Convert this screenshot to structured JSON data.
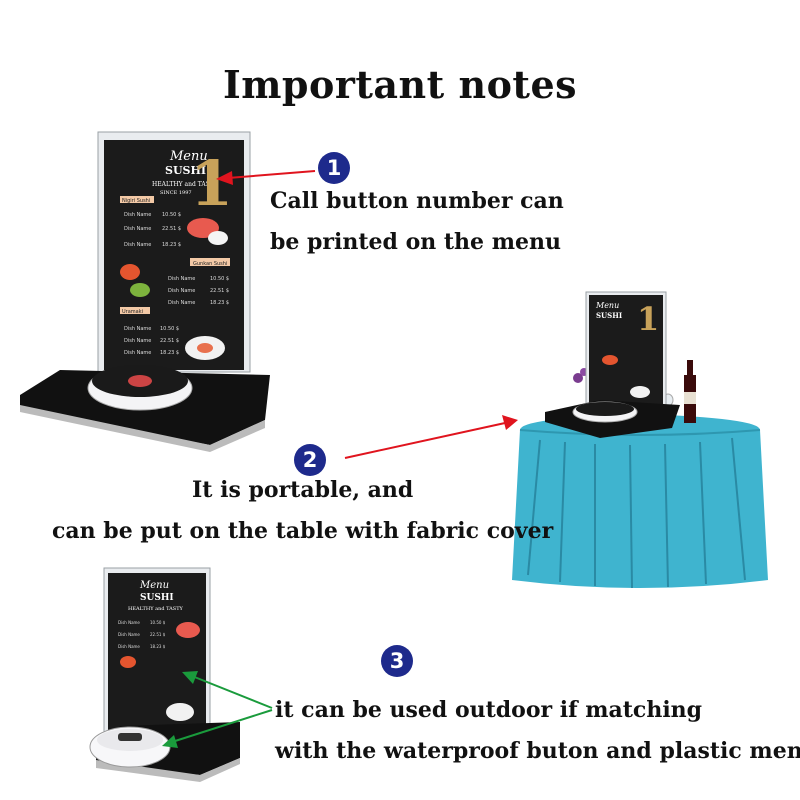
{
  "title": "Important notes",
  "notes": [
    {
      "number": "1",
      "lines": [
        "Call button number can",
        "be printed on the menu"
      ]
    },
    {
      "number": "2",
      "lines": [
        "It is portable, and",
        "can be put on the table with fabric cover"
      ]
    },
    {
      "number": "3",
      "lines": [
        "it can be used outdoor if matching",
        "with the waterproof buton and plastic menu"
      ]
    }
  ],
  "menu_card": {
    "script": "Menu",
    "name": "SUSHI",
    "tagline": "HEALTHY and TASTY",
    "since": "SINCE 1997",
    "table_number": "1",
    "sections": [
      "Nigiri Sushi",
      "Gunkan Sushi",
      "Uramaki"
    ],
    "item_name": "Dish Name",
    "prices": [
      "10.50 $",
      "22.51 $",
      "18.23 $"
    ]
  },
  "colors": {
    "badge": "#1e2a8c",
    "arrow_red": "#e0141e",
    "arrow_green": "#1a9b3c",
    "tablecloth": "#3fb4cf"
  }
}
